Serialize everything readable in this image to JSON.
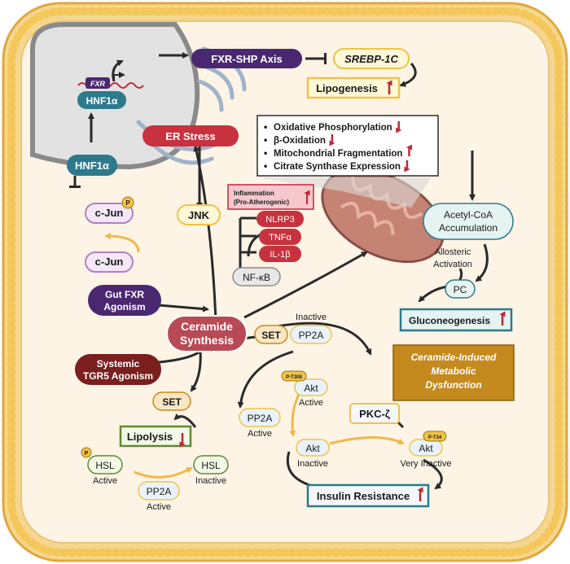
{
  "colors": {
    "membrane_bead": "#f4c75a",
    "membrane_outline": "#e0a83c",
    "cytoplasm": "#fdf4e6",
    "nucleus": "#e4e4e4",
    "dark_purple": "#4a2870",
    "dark_red": "#7a1e1e",
    "crimson": "#c8323e",
    "ceramide_red": "#b84a56",
    "teal": "#2d7a8c",
    "gold": "#c48a1e",
    "arrow": "#2a2a2a",
    "up_arrow": "#c0283a"
  },
  "nodes": {
    "fxr_gene": "FXR",
    "hnf1a_nuclear": "HNF1α",
    "fxr_shp_axis": "FXR-SHP Axis",
    "srebp1c": "SREBP-1C",
    "lipogenesis": "Lipogenesis",
    "er_stress": "ER Stress",
    "hnf1a": "HNF1α",
    "cjun_p": "c-Jun",
    "cjun": "c-Jun",
    "phospho": "P",
    "jnk": "JNK",
    "inflammation_line1": "Inflammation",
    "inflammation_line2": "(Pro-Atherogenic)",
    "nlrp3": "NLRP3",
    "tnfa": "TNFα",
    "il1b": "IL-1β",
    "nfkb": "NF-κB",
    "gut_fxr_line1": "Gut FXR",
    "gut_fxr_line2": "Agonism",
    "ceramide_line1": "Ceramide",
    "ceramide_line2": "Synthesis",
    "systemic_tgr5_line1": "Systemic",
    "systemic_tgr5_line2": "TGR5 Agonism",
    "set_bound": "SET",
    "pp2a_inactive_label": "Inactive",
    "pp2a_inactive": "PP2A",
    "set_free": "SET",
    "pp2a_active": "PP2A",
    "pp2a_active_label": "Active",
    "akt_active": "Akt",
    "akt_active_label": "Active",
    "p_t308": "P-T308",
    "pkc_zeta": "PKC-ζ",
    "akt_inactive": "Akt",
    "akt_inactive_label": "Inactive",
    "akt_very_inactive": "Akt",
    "akt_very_inactive_label": "Very Inactive",
    "p_t34": "P-T34",
    "lipolysis": "Lipolysis",
    "hsl_active": "HSL",
    "hsl_active_label": "Active",
    "hsl_inactive": "HSL",
    "hsl_inactive_label": "Inactive",
    "pp2a_hsl": "PP2A",
    "pp2a_hsl_label": "Active",
    "insulin_resistance": "Insulin Resistance",
    "acetyl_coa_line1": "Acetyl-CoA",
    "acetyl_coa_line2": "Accumulation",
    "allosteric_line1": "Allosteric",
    "allosteric_line2": "Activation",
    "pc": "PC",
    "gluconeogenesis": "Gluconeogenesis",
    "title_line1": "Ceramide-Induced",
    "title_line2": "Metabolic",
    "title_line3": "Dysfunction"
  },
  "mito_effects": [
    {
      "text": "Oxidative Phosphorylation",
      "direction": "down"
    },
    {
      "text": "β-Oxidation",
      "direction": "down"
    },
    {
      "text": "Mitochondrial Fragmentation",
      "direction": "up"
    },
    {
      "text": "Citrate Synthase Expression",
      "direction": "down"
    }
  ],
  "bullet": "•"
}
